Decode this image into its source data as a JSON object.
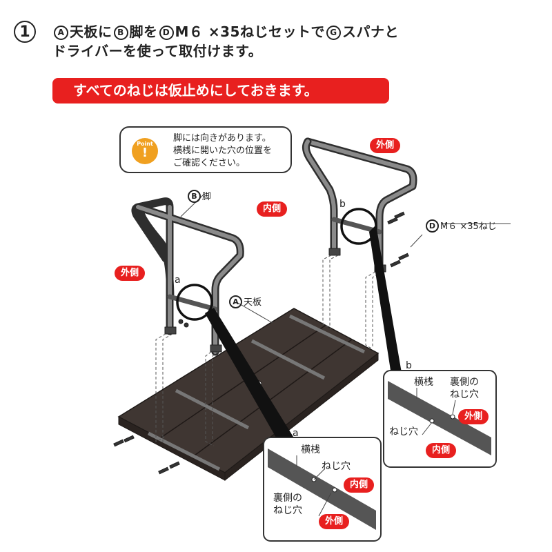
{
  "step": {
    "number": "1"
  },
  "instruction": {
    "badge_a": "A",
    "t1": "天板に",
    "badge_b": "B",
    "t2": "脚を",
    "badge_d": "D",
    "t3": "M６ ×35ねじセットで",
    "badge_g": "G",
    "t4": "スパナと",
    "line2": "ドライバーを使って取付けます。"
  },
  "banner": {
    "text": "すべてのねじは仮止めにしておきます。",
    "color": "#e8201f"
  },
  "point": {
    "icon_top": "Point",
    "icon_mark": "!",
    "line1": "脚には向きがあります。",
    "line2": "横桟に開いた穴の位置を",
    "line3": "ご確認ください。"
  },
  "labels": {
    "leg_badge": "B",
    "leg": "脚",
    "top_badge": "A",
    "top": "天板",
    "screw_badge": "D",
    "screw": "M６ ×35ねじ",
    "inner": "内側",
    "outer": "外側",
    "a": "a",
    "b": "b",
    "crossbar": "横桟",
    "screw_hole": "ねじ穴",
    "back_hole_1": "裏側の",
    "back_hole_2": "ねじ穴"
  },
  "colors": {
    "accent": "#e8201f",
    "board": "#3f3632",
    "frame": "#3a3a3a"
  }
}
